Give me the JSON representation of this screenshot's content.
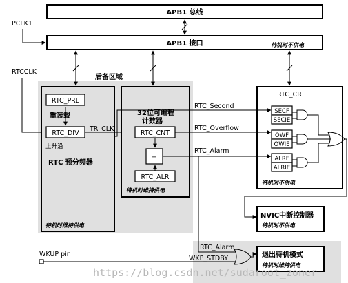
{
  "buses": {
    "apb1_bus": "APB1 总线",
    "apb1_interface": "APB1 接口",
    "interface_note": "待机时不供电"
  },
  "inputs": {
    "pclk1": "PCLK1",
    "rtcclk": "RTCCLK",
    "wkup_pin": "WKUP pin"
  },
  "backup_domain": {
    "title": "后备区域"
  },
  "prescaler": {
    "prl": "RTC_PRL",
    "reload": "重装载",
    "div": "RTC_DIV",
    "rising_edge": "上升沿",
    "title": "RTC 预分频器",
    "note": "待机时维持供电"
  },
  "counter": {
    "title_line1": "32位可编程",
    "title_line2": "计数器",
    "cnt": "RTC_CNT",
    "compare": "=",
    "alr": "RTC_ALR",
    "note": "待机时维持供电"
  },
  "signals": {
    "tr_clk": "TR_CLK",
    "second": "RTC_Second",
    "overflow": "RTC_Overflow",
    "alarm": "RTC_Alarm",
    "alarm2": "RTC_Alarm",
    "wkp_stdby": "WKP_STDBY"
  },
  "rtc_cr": {
    "title": "RTC_CR",
    "flags": [
      "SECF",
      "SECIE",
      "OWF",
      "OWIE",
      "ALRF",
      "ALRIE"
    ],
    "note": "待机时不供电"
  },
  "nvic": {
    "title": "NVIC中断控制器",
    "note": "待机时不供电"
  },
  "standby": {
    "title": "退出待机模式",
    "note": "待机时维持供电"
  },
  "watermark": "https://blog.csdn.net/sudaroot_zoner"
}
